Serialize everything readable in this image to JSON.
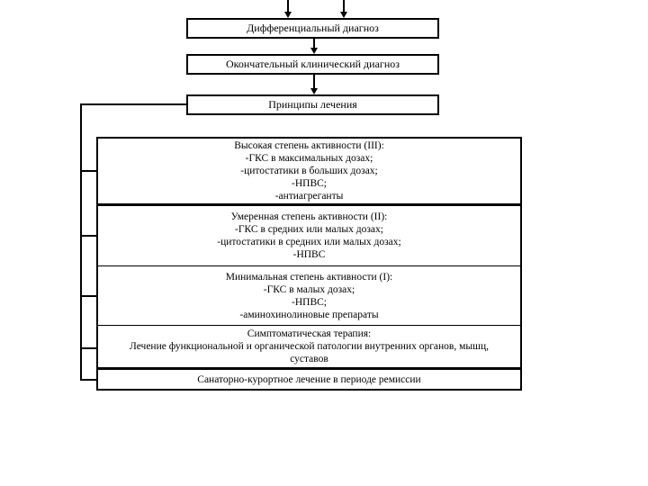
{
  "flowchart": {
    "top_boxes": [
      {
        "id": "differential-diagnosis",
        "label": "Дифференциальный диагноз"
      },
      {
        "id": "final-clinical-diagnosis",
        "label": "Окончательный клинический диагноз"
      },
      {
        "id": "treatment-principles",
        "label": "Принципы лечения"
      }
    ],
    "treatment_rows": [
      {
        "id": "activity-high",
        "lines": [
          "Высокая степень активности (III):",
          "-ГКС в максимальных дозах;",
          "-цитостатики в больших дозах;",
          "-НПВС;",
          "-антиагреганты"
        ]
      },
      {
        "id": "activity-moderate",
        "lines": [
          "Умеренная степень активности (II):",
          "-ГКС в средних или малых дозах;",
          "-цитостатики в средних или малых дозах;",
          "-НПВС"
        ]
      },
      {
        "id": "activity-minimal",
        "lines": [
          "Минимальная степень активности (I):",
          "-ГКС в малых дозах;",
          "-НПВС;",
          "-аминохинолиновые препараты"
        ]
      },
      {
        "id": "symptomatic-therapy",
        "lines": [
          "Симптоматическая терапия:",
          "Лечение функциональной и органической патологии внутренних органов, мышц, суставов"
        ]
      },
      {
        "id": "sanatorium-treatment",
        "lines": [
          "Санаторно-курортное лечение в периоде ремиссии"
        ]
      }
    ],
    "colors": {
      "line": "#000000",
      "background": "#ffffff",
      "text": "#000000"
    }
  }
}
